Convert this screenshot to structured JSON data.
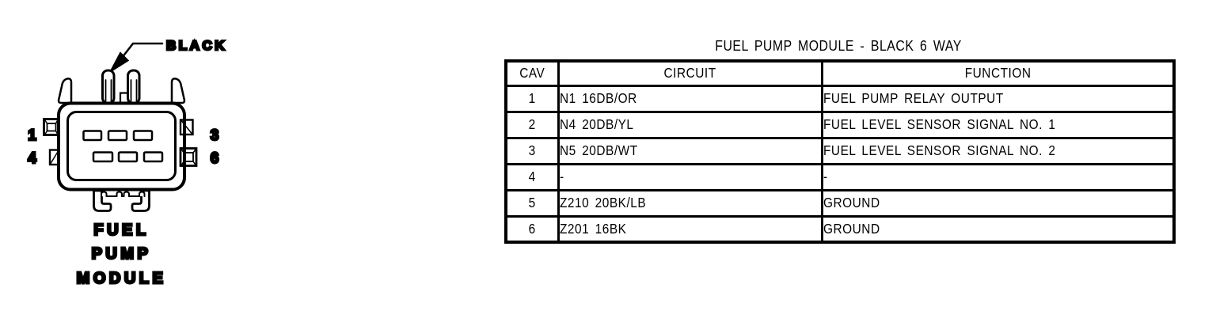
{
  "page": {
    "background": "#ffffff",
    "ink": "#000000"
  },
  "connector": {
    "color_label": "BLACK",
    "name_lines": [
      "FUEL",
      "PUMP",
      "MODULE"
    ],
    "pins": {
      "top_left": "1",
      "top_right": "3",
      "bottom_left": "4",
      "bottom_right": "6"
    }
  },
  "table": {
    "title": "FUEL PUMP MODULE - BLACK 6 WAY",
    "columns": [
      "CAV",
      "CIRCUIT",
      "FUNCTION"
    ],
    "rows": [
      {
        "cav": "1",
        "circuit": "N1 16DB/OR",
        "function": "FUEL PUMP RELAY OUTPUT"
      },
      {
        "cav": "2",
        "circuit": "N4 20DB/YL",
        "function": "FUEL LEVEL SENSOR SIGNAL NO. 1"
      },
      {
        "cav": "3",
        "circuit": "N5 20DB/WT",
        "function": "FUEL LEVEL SENSOR SIGNAL NO. 2"
      },
      {
        "cav": "4",
        "circuit": "-",
        "function": "-"
      },
      {
        "cav": "5",
        "circuit": "Z210 20BK/LB",
        "function": "GROUND"
      },
      {
        "cav": "6",
        "circuit": "Z201 16BK",
        "function": "GROUND"
      }
    ]
  }
}
